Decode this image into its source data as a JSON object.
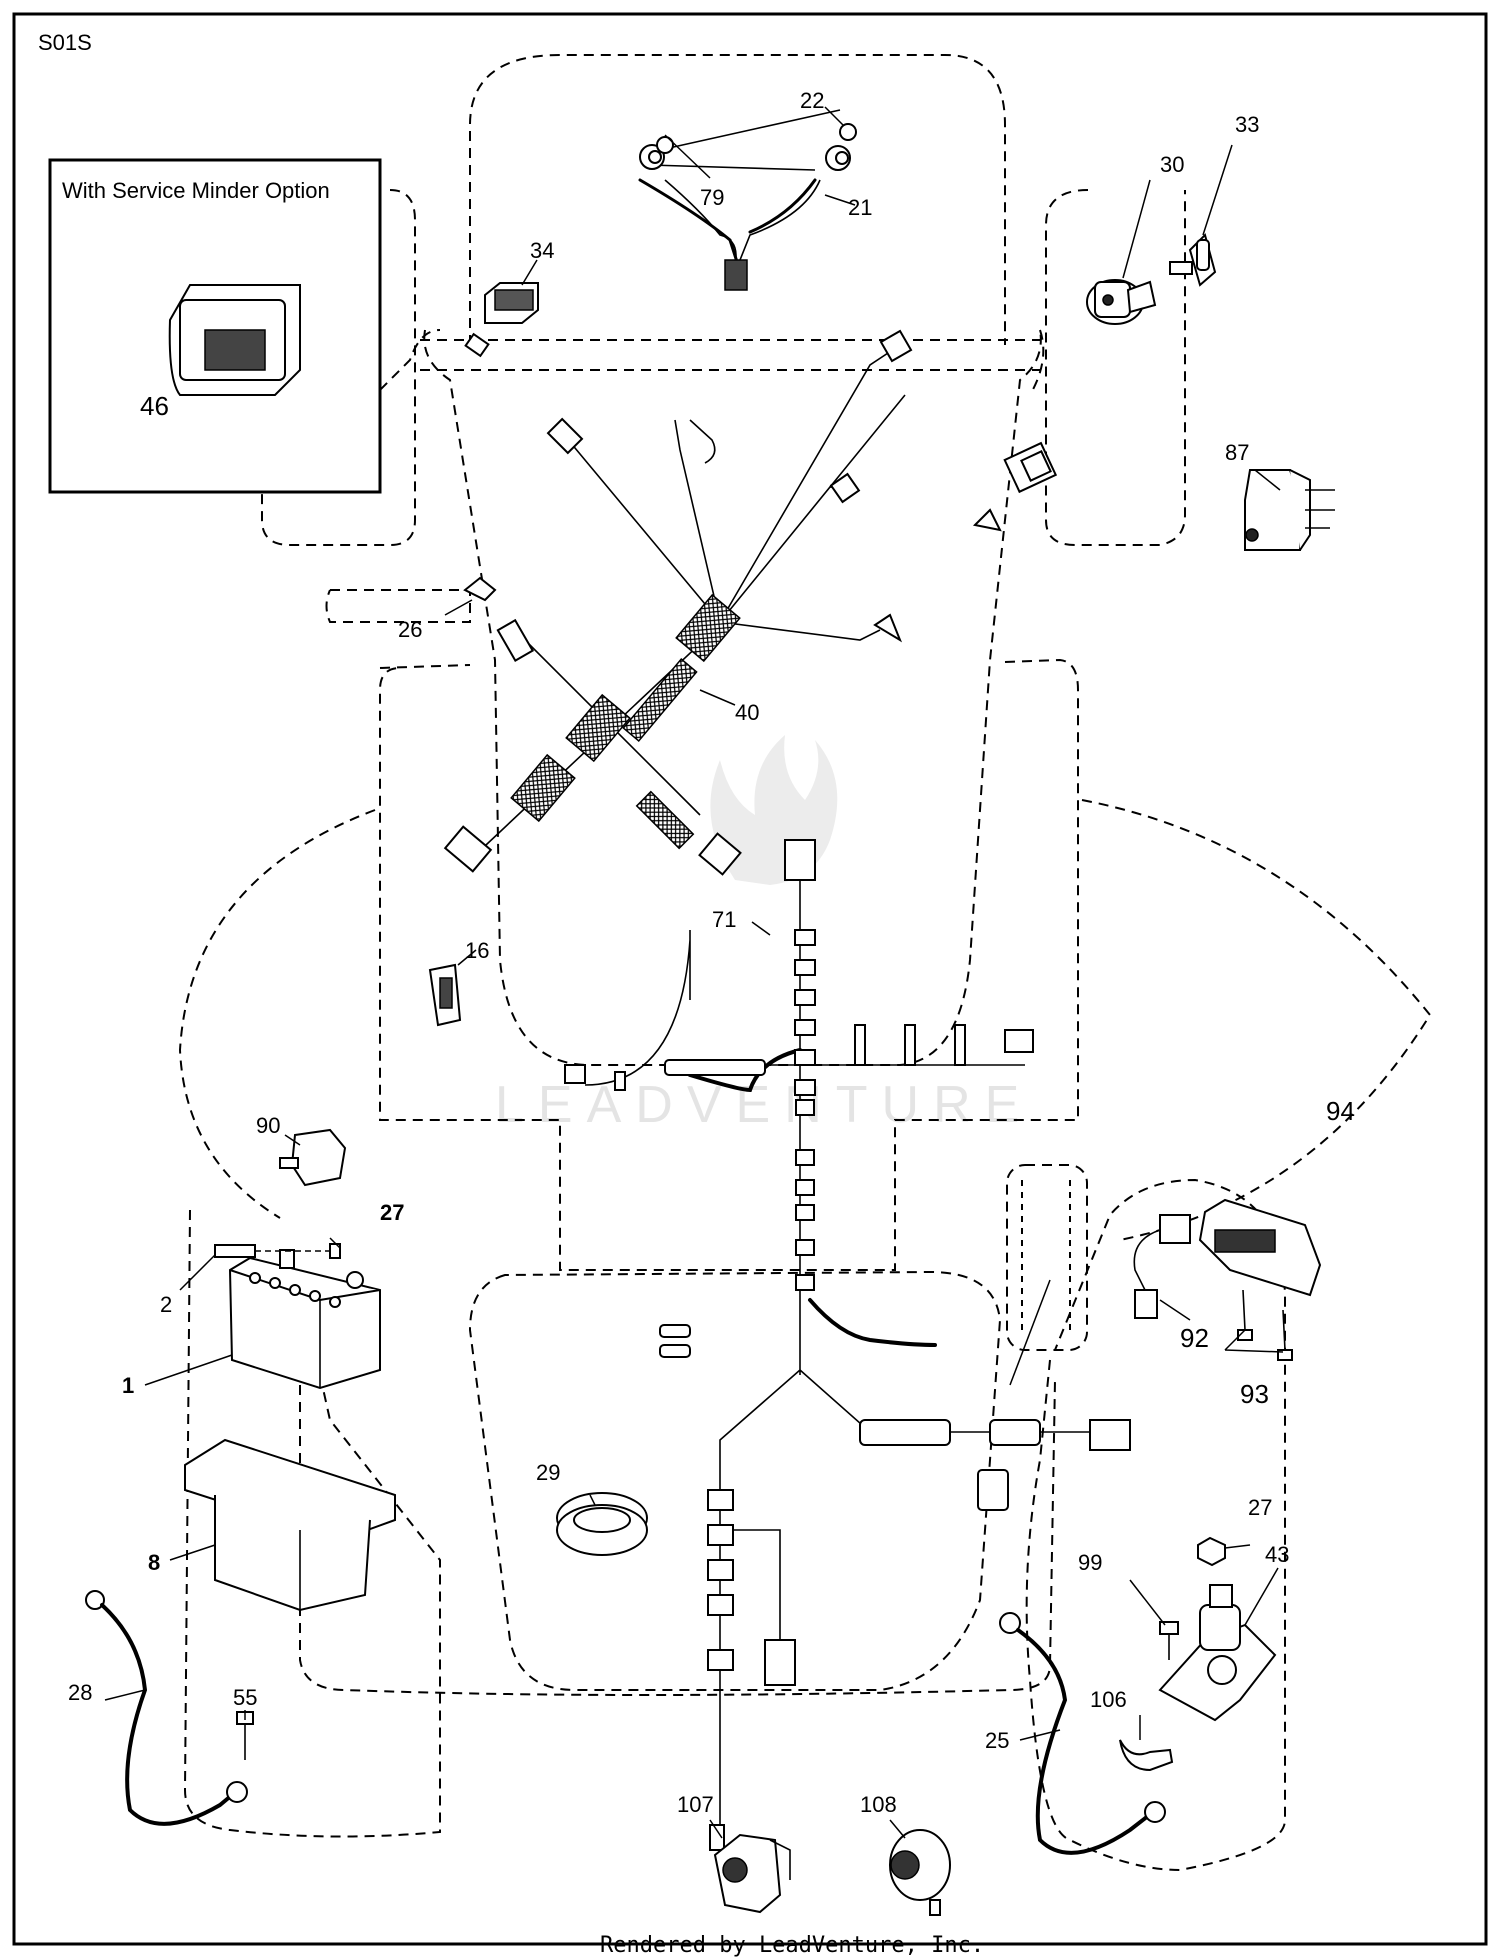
{
  "diagram_code": "S01S",
  "inset_title": "With Service Minder Option",
  "watermark": "LEADVENTURE",
  "footer": "Rendered by LeadVenture, Inc.",
  "parts": {
    "p1": "1",
    "p2": "2",
    "p8": "8",
    "p16": "16",
    "p21": "21",
    "p22": "22",
    "p25": "25",
    "p26": "26",
    "p27a": "27",
    "p27b": "27",
    "p28": "28",
    "p29": "29",
    "p30": "30",
    "p33": "33",
    "p34": "34",
    "p40": "40",
    "p43": "43",
    "p46": "46",
    "p55": "55",
    "p71": "71",
    "p79": "79",
    "p87": "87",
    "p90": "90",
    "p92": "92",
    "p93": "93",
    "p94": "94",
    "p99": "99",
    "p106": "106",
    "p107": "107",
    "p108": "108"
  }
}
